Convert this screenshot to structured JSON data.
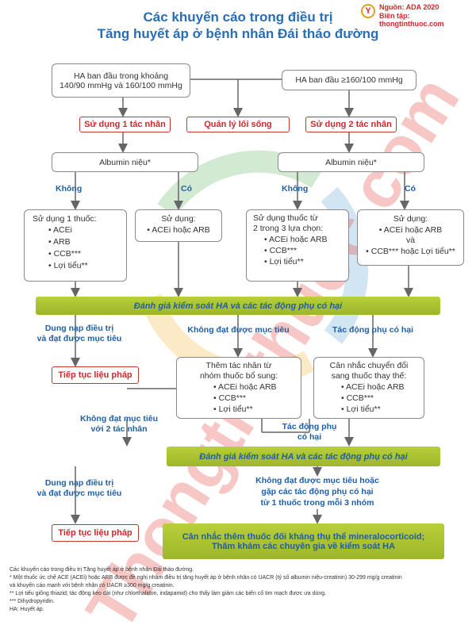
{
  "header": {
    "title_line1": "Các khuyến cáo trong điều trị",
    "title_line2": "Tăng huyết áp ở bệnh nhân Đái tháo đường",
    "source": "Nguồn: ADA 2020",
    "editor": "Biên tập: thongtinthuoc.com",
    "logo_letter": "Y"
  },
  "top": {
    "left_start": [
      "HA ban đầu trong khoảng",
      "140/90 mmHg và 160/100 mmHg"
    ],
    "right_start": "HA ban đầu ≥160/100 mmHg",
    "use_one": "Sử dụng 1 tác nhân",
    "lifestyle": "Quản lý lối sống",
    "use_two": "Sử dụng 2 tác nhân"
  },
  "albumin": {
    "left": "Albumin niệu*",
    "right": "Albumin niệu*",
    "no": "Không",
    "yes": "Có"
  },
  "options": {
    "box1_title": "Sử dụng 1 thuốc:",
    "box1_items": [
      "ACEi",
      "ARB",
      "CCB***",
      "Lợi tiểu**"
    ],
    "box2_title": "Sử dụng:",
    "box2_items": [
      "ACEi hoặc ARB"
    ],
    "box3_title": [
      "Sử dụng thuốc từ",
      "2 trong 3 lựa chọn:"
    ],
    "box3_items": [
      "ACEi hoặc ARB",
      "CCB***",
      "Lợi tiểu**"
    ],
    "box4_title": "Sử dụng:",
    "box4_items": [
      "ACEi hoặc ARB"
    ],
    "box4_and": "và",
    "box4_items2": [
      "CCB*** hoặc Lợi tiểu**"
    ]
  },
  "eval1": "Đánh giá kiểm soát HA và các tác động phụ có hại",
  "branch1": {
    "tolerated": [
      "Dung nạp điều trị",
      "và đạt được mục tiêu"
    ],
    "not_reached": "Không đạt được mục tiêu",
    "adverse": "Tác động phụ có hại",
    "continue": "Tiếp tục liệu pháp"
  },
  "add_box": {
    "title": [
      "Thêm tác nhân từ",
      "nhóm thuốc bổ sung:"
    ],
    "items": [
      "ACEi hoặc ARB",
      "CCB***",
      "Lợi tiểu**"
    ]
  },
  "switch_box": {
    "title": [
      "Cân nhắc chuyển đổi",
      "sang thuốc thay thế:"
    ],
    "items": [
      "ACEi hoặc ARB",
      "CCB***",
      "Lợi tiểu**"
    ]
  },
  "mid": {
    "not_reached_two": [
      "Không đạt mục tiêu",
      "với 2 tác nhân"
    ],
    "adverse": [
      "Tác động phụ",
      "có hại"
    ]
  },
  "eval2": "Đánh giá kiểm soát HA và các tác động phụ có hại",
  "branch2": {
    "tolerated": [
      "Dung nạp điều trị",
      "và đạt được mục tiêu"
    ],
    "not_reached": [
      "Không đạt được mục tiêu hoặc",
      "gặp các tác động phụ có hại",
      "từ 1 thuốc trong mỗi 3 nhóm"
    ],
    "continue": "Tiếp tục liệu pháp"
  },
  "final": [
    "Cân nhắc thêm thuốc đối kháng thụ thể mineralocorticoid;",
    "Thăm khám các chuyên gia về kiểm soát HA"
  ],
  "notes": [
    "Các khuyến cáo trong điều trị Tăng huyết áp ở bệnh nhân Đái tháo đường.",
    "* Một thuốc ức chế ACE (ACEi) hoặc ARB được đề nghị nhằm điều trị tăng huyết áp ở bệnh nhân có UACR (tỷ số albumin niệu-creatinin) 30-299 mg/g creatinin",
    "và khuyến cáo mạnh với bệnh nhân có UACR ≥300 mg/g creatinin.",
    "** Lợi tiểu giống thiazid; tác động kéo dài (như chlorthalidon, indapamid) cho thấy làm giảm các biến cố tim mạch được ưa dùng.",
    "*** Dihydropyridin.",
    "HA: Huyết áp."
  ],
  "watermark": "Thongtinthuoc.com",
  "colors": {
    "title": "#2a6db5",
    "red": "#d1262a",
    "green": "#a4bd2c",
    "blue_text": "#1e5fa5"
  }
}
